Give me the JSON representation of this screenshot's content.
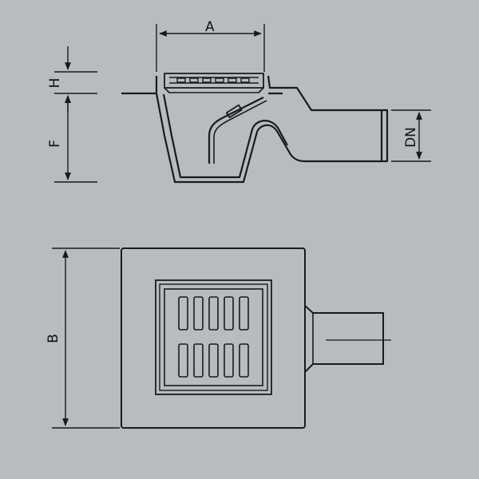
{
  "diagram": {
    "background_color": "#b9bcbe",
    "line_color": "#1a1a1a",
    "body_fill": "#b9bcbe",
    "grate_fill": "#c9cbcd",
    "labels": {
      "width_top": "A",
      "grate_height": "H",
      "depth": "F",
      "outlet_diameter": "DN",
      "width_plan": "B"
    }
  }
}
